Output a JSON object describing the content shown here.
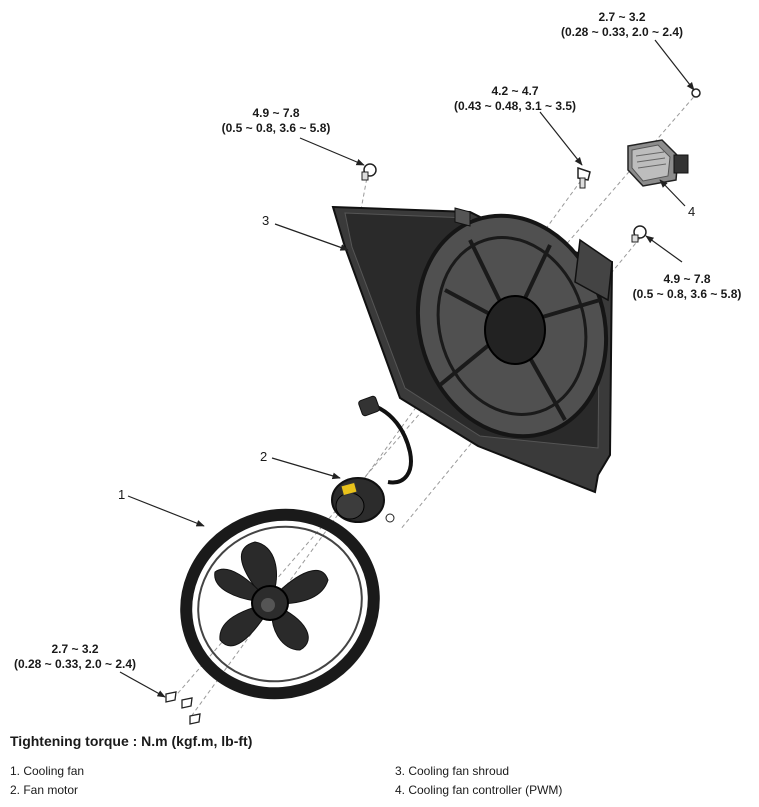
{
  "torque_labels": {
    "top_right": {
      "value": "2.7 ~ 3.2",
      "detail": "(0.28 ~ 0.33, 2.0 ~ 2.4)"
    },
    "controller_bolt": {
      "value": "4.2 ~ 4.7",
      "detail": "(0.43 ~ 0.48, 3.1 ~ 3.5)"
    },
    "shroud_top_left": {
      "value": "4.9 ~ 7.8",
      "detail": "(0.5 ~ 0.8, 3.6 ~ 5.8)"
    },
    "shroud_right": {
      "value": "4.9 ~ 7.8",
      "detail": "(0.5 ~ 0.8, 3.6 ~ 5.8)"
    },
    "fan_screws": {
      "value": "2.7 ~ 3.2",
      "detail": "(0.28 ~ 0.33, 2.0 ~ 2.4)"
    }
  },
  "callouts": [
    "1",
    "2",
    "3",
    "4"
  ],
  "heading": "Tightening torque : N.m (kgf.m, lb-ft)",
  "legend": [
    "1. Cooling fan",
    "2. Fan motor",
    "3. Cooling fan shroud",
    "4. Cooling fan controller (PWM)"
  ],
  "colors": {
    "part": "#1e1e1e",
    "part_light": "#4a4a4a",
    "line": "#222222",
    "dash": "#9a9a9a",
    "connector_yellow": "#e9c21b"
  }
}
